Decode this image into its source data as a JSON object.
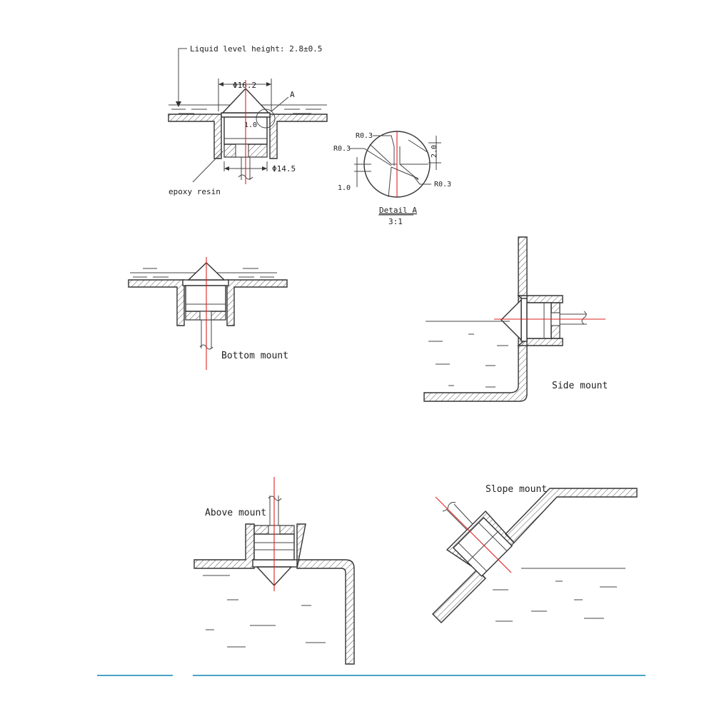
{
  "colors": {
    "line": "#333333",
    "centerline": "#dd2222",
    "footer_rule": "#4aa3c7"
  },
  "detail_drawing": {
    "liquid_level": "Liquid level height: 2.8±0.5",
    "dia_top": "Φ16.2",
    "callout_a": "A",
    "dim_1_0": "1.0",
    "dia_bottom": "Φ14.5",
    "epoxy": "epoxy resin"
  },
  "detail_a": {
    "r03_top": "R0.3",
    "r03_left": "R0.3",
    "r03_right": "R0.3",
    "dim_2_0": "2.0",
    "dim_1_0": "1.0",
    "title": "Detail A",
    "scale": "3:1"
  },
  "mounts": {
    "bottom": "Bottom mount",
    "side": "Side mount",
    "above": "Above mount",
    "slope": "Slope mount"
  }
}
